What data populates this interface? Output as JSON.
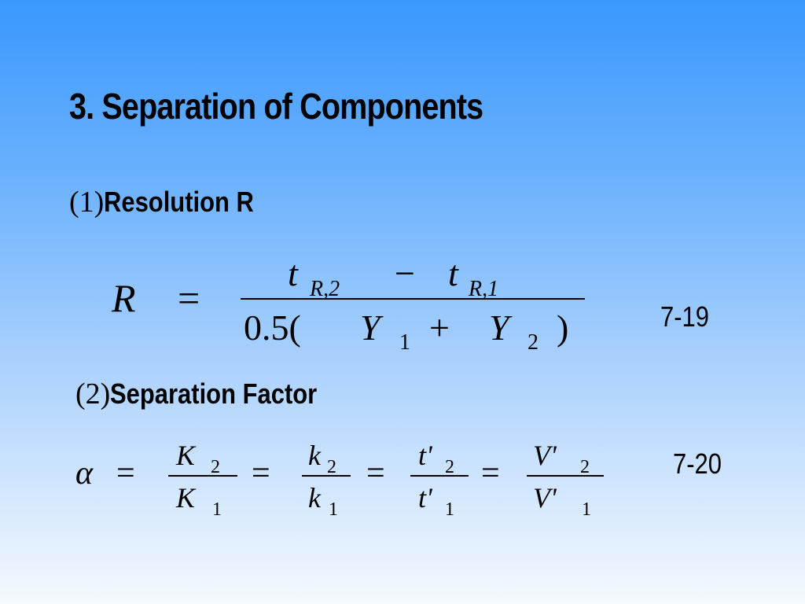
{
  "slide": {
    "title": "3. Separation of Components"
  },
  "section1": {
    "number": "(1)",
    "heading": "Resolution R",
    "equation_number": "7-19"
  },
  "section2": {
    "number": "(2)",
    "heading": "Separation Factor",
    "equation_number": "7-20"
  },
  "eq1": {
    "lhs": "R",
    "equals": "=",
    "t": "t",
    "sub_r2": "R,2",
    "sub_r1": "R,1",
    "minus": "−",
    "coef": "0.5(",
    "y": "Y",
    "sub1": "1",
    "sub2": "2",
    "plus": "+",
    "close": ")"
  },
  "eq2": {
    "alpha": "α",
    "equals": "=",
    "K": "K",
    "k": "k",
    "t_prime": "t'",
    "V_prime": "V'",
    "sub1": "1",
    "sub2": "2"
  }
}
